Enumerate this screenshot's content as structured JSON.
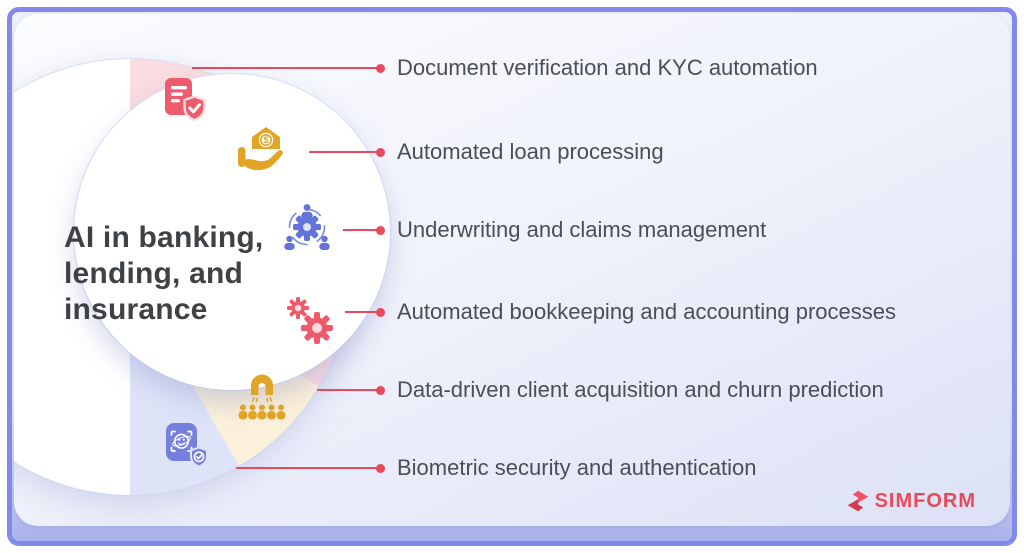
{
  "title": "AI in banking,\nlending, and\ninsurance",
  "items": [
    {
      "label": "Document verification and KYC automation",
      "icon": "document-verification-kyc-icon"
    },
    {
      "label": "Automated loan processing",
      "icon": "loan-processing-icon"
    },
    {
      "label": "Underwriting and claims management",
      "icon": "underwriting-claims-icon"
    },
    {
      "label": "Automated bookkeeping and accounting processes",
      "icon": "bookkeeping-accounting-icon"
    },
    {
      "label": "Data-driven client acquisition and churn prediction",
      "icon": "client-acquisition-magnet-icon"
    },
    {
      "label": "Biometric security and authentication",
      "icon": "biometric-security-icon"
    }
  ],
  "logo": {
    "brand": "SIMFORM"
  },
  "colors": {
    "accent_red": "#e8495c",
    "title_text": "#3f4245",
    "item_text": "#4b4e54",
    "segment_pink": "#fadce1",
    "segment_cream": "#fbf0da",
    "segment_lavender": "#dee3f8",
    "icon_rose": "#ec5a6c",
    "icon_gold": "#e0a526",
    "icon_periwinkle": "#6274da",
    "logo_red": "#e84a5b",
    "frame_border": "#828ae9",
    "bottom_band": "#a9b2ea"
  }
}
